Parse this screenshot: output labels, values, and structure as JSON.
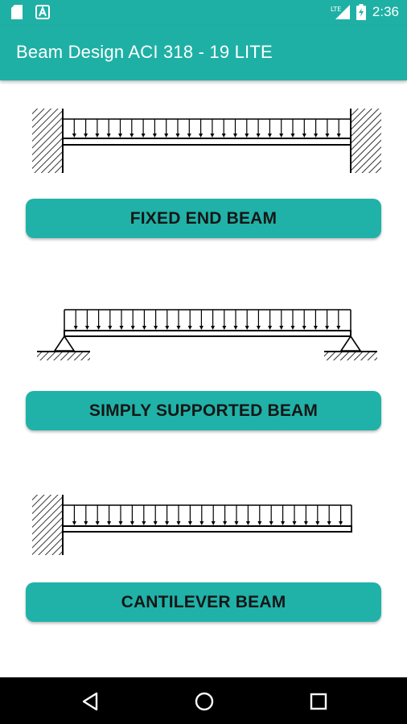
{
  "status_bar": {
    "time": "2:36",
    "network_label": "LTE",
    "icons": [
      "sd-card-icon",
      "notification-a-icon",
      "signal-icon",
      "battery-icon"
    ]
  },
  "app_bar": {
    "title": "Beam Design ACI 318 - 19 LITE"
  },
  "beams": [
    {
      "label": "FIXED END BEAM",
      "diagram": "fixed-end-beam-diagram"
    },
    {
      "label": "SIMPLY SUPPORTED BEAM",
      "diagram": "simply-supported-beam-diagram"
    },
    {
      "label": "CANTILEVER BEAM",
      "diagram": "cantilever-beam-diagram"
    }
  ],
  "nav_bar": {
    "icons": [
      "back-icon",
      "home-icon",
      "recents-icon"
    ]
  },
  "colors": {
    "primary": "#1fb0a5",
    "button": "#20b2a8",
    "text_dark": "#161616"
  }
}
